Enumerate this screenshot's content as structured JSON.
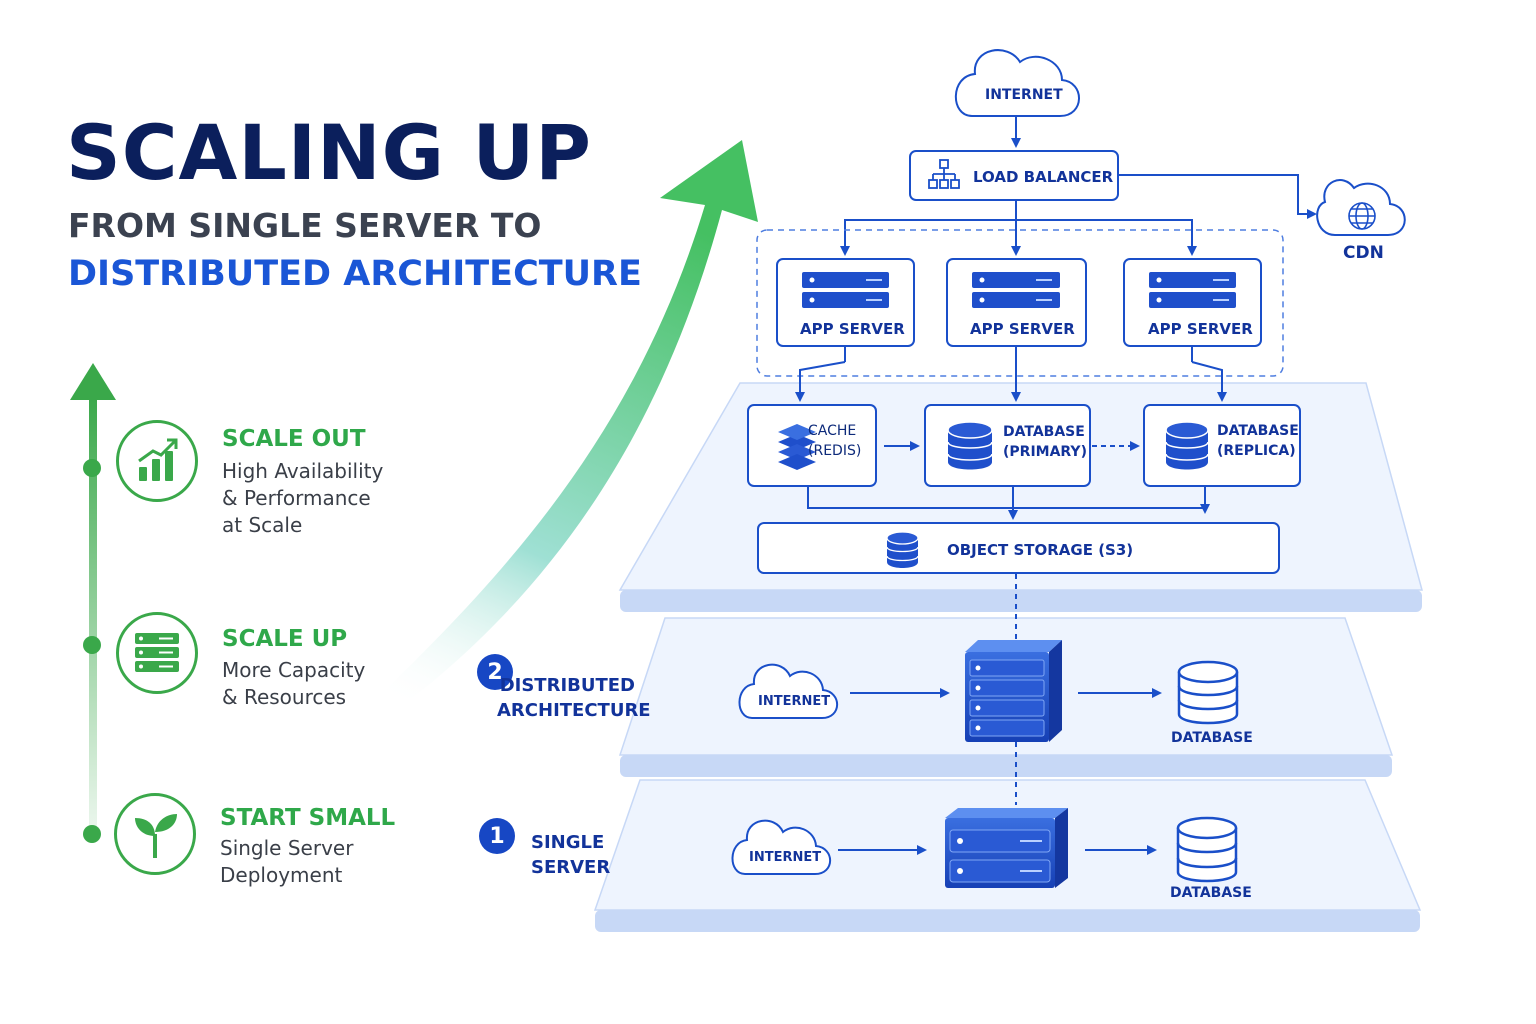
{
  "title": {
    "main": "SCALING UP",
    "sub_line1": "FROM SINGLE SERVER TO",
    "sub_line2": "DISTRIBUTED ARCHITECTURE"
  },
  "colors": {
    "navy": "#0b1f5c",
    "blue": "#1a56d6",
    "green": "#2fa84a",
    "platform": "#eef4fe",
    "platform_edge": "#b9cdf3"
  },
  "steps": [
    {
      "title": "SCALE OUT",
      "desc": "High Availability\n& Performance\nat Scale",
      "icon": "growth-chart-icon"
    },
    {
      "title": "SCALE UP",
      "desc": "More Capacity\n& Resources",
      "icon": "server-stack-icon"
    },
    {
      "title": "START SMALL",
      "desc": "Single Server\nDeployment",
      "icon": "sprout-icon"
    }
  ],
  "levels": {
    "single": {
      "number": "1",
      "label": "SINGLE\nSERVER",
      "internet": "INTERNET",
      "database": "DATABASE"
    },
    "distributed": {
      "number": "2",
      "label": "DISTRIBUTED\nARCHITECTURE",
      "internet": "INTERNET",
      "database": "DATABASE"
    }
  },
  "top": {
    "internet": "INTERNET",
    "load_balancer": "LOAD BALANCER",
    "cdn": "CDN",
    "app_servers": [
      "APP SERVER",
      "APP SERVER",
      "APP SERVER"
    ],
    "cache_line1": "CACHE",
    "cache_line2": "(REDIS)",
    "db_primary_line1": "DATABASE",
    "db_primary_line2": "(PRIMARY)",
    "db_replica_line1": "DATABASE",
    "db_replica_line2": "(REPLICA)",
    "object_storage": "OBJECT STORAGE (S3)"
  }
}
